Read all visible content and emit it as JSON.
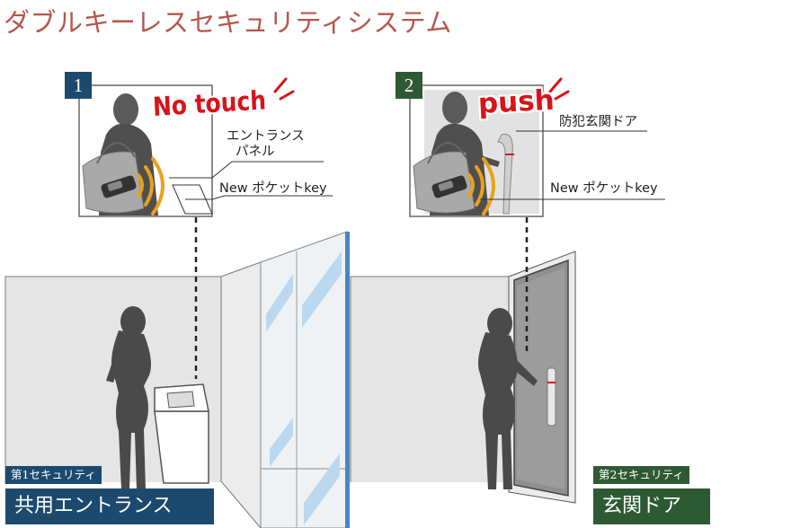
{
  "title": "ダブルキーレスセキュリティシステム",
  "panels": [
    {
      "number": "1",
      "action_text": "No touch",
      "callouts": [
        "エントランス",
        "パネル",
        "New ポケットkey"
      ]
    },
    {
      "number": "2",
      "action_text": "push",
      "callouts": [
        "防犯玄関ドア",
        "New ポケットkey"
      ]
    }
  ],
  "zones": [
    {
      "tag": "第1セキュリティ",
      "label": "共用エントランス"
    },
    {
      "tag": "第2セキュリティ",
      "label": "玄関ドア"
    }
  ],
  "colors": {
    "title": "#b5564a",
    "zone1": "#1c4a6e",
    "zone2": "#2e5a33",
    "accent_red": "#d7141a",
    "signal": "#e8a21b"
  }
}
